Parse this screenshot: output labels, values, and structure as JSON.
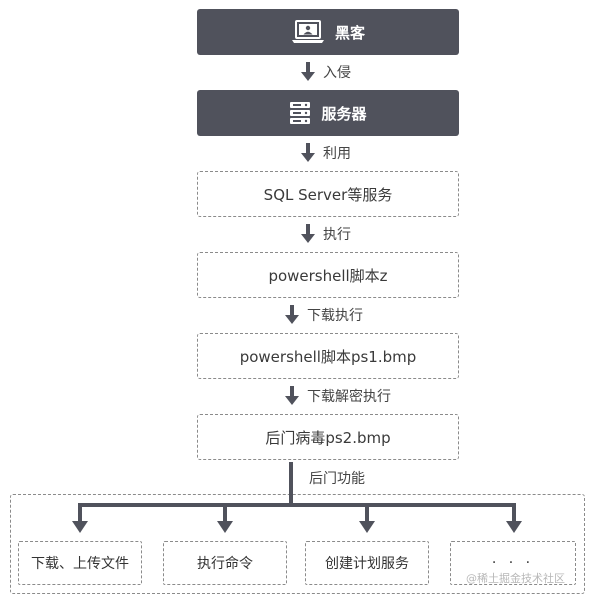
{
  "nodes": {
    "hacker": "黑客",
    "server": "服务器",
    "sql": "SQL Server等服务",
    "ps_z": "powershell脚本z",
    "ps1": "powershell脚本ps1.bmp",
    "ps2": "后门病毒ps2.bmp"
  },
  "edges": {
    "intrude": "入侵",
    "exploit": "利用",
    "execute": "执行",
    "download_execute": "下载执行",
    "download_decrypt_execute": "下载解密执行",
    "backdoor_functions": "后门功能"
  },
  "functions": [
    "下载、上传文件",
    "执行命令",
    "创建计划服务",
    "· · ·"
  ],
  "icons": {
    "hacker": "laptop-icon",
    "server": "server-icon",
    "arrow": "arrow-down-icon"
  },
  "watermark": "@稀土掘金技术社区",
  "colors": {
    "dark_node": "#50525c",
    "line": "#50525c",
    "border": "#8b8b8b"
  }
}
